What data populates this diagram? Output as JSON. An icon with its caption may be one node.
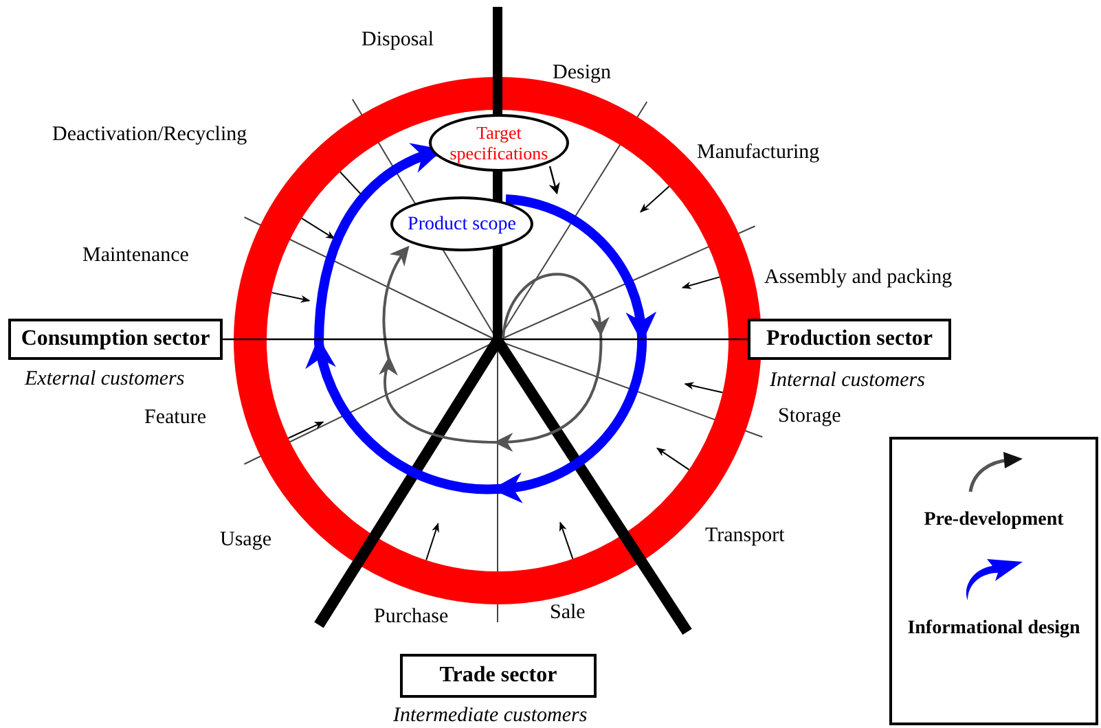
{
  "diagram": {
    "nodes": [
      {
        "text": [
          "Target specifications"
        ]
      },
      {
        "text": [
          "Product scope"
        ]
      },
      {
        "text": [
          "Consumption sector"
        ],
        "beside": [
          "External customers"
        ]
      },
      {
        "text": [
          "Production sector"
        ],
        "beside": [
          "Internal customers"
        ]
      },
      {
        "text": [
          "Trade sector"
        ],
        "beside": [
          "Intermediate customers"
        ]
      }
    ],
    "edges": [
      {
        "from": 1,
        "to": 0,
        "arrow": "to",
        "style": "thick",
        "color": "#0000ff"
      },
      {
        "from": null,
        "to": 1,
        "arrow": "to",
        "color": "#555555"
      },
      {
        "from": 2,
        "to": 3,
        "arrow": "none",
        "color": "#000000"
      },
      {
        "from": 0,
        "to": null,
        "arrow": "to",
        "color": "#000000"
      }
    ],
    "labels": [
      "Disposal",
      "Design",
      "Deactivation/Recycling",
      "Manufacturing",
      "Maintenance",
      "Assembly and packing",
      "Feature",
      "Storage",
      "Usage",
      "Transport",
      "Purchase",
      "Sale"
    ],
    "legend": [
      {
        "text": "Pre-development"
      },
      {
        "text": "Informational design"
      }
    ]
  }
}
